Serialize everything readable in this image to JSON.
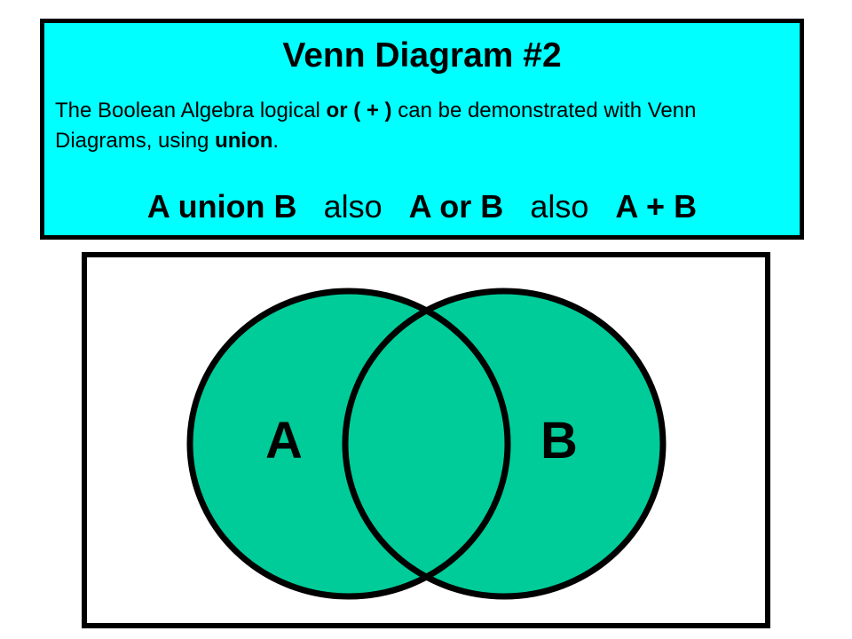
{
  "header": {
    "title": "Venn Diagram #2",
    "description": {
      "part1": "The Boolean Algebra logical ",
      "bold1": "or ( + )",
      "part2": " can be demonstrated with Venn Diagrams, using ",
      "bold2": "union",
      "part3": "."
    },
    "equivalence": {
      "term1": "A union B",
      "sep1": "also",
      "term2": "A or B",
      "sep2": "also",
      "term3": "A + B"
    }
  },
  "venn": {
    "set_a_label": "A",
    "set_b_label": "B",
    "fill_color": "#00cc99",
    "outline_color": "#000000"
  },
  "colors": {
    "header_background": "#00ffff",
    "border": "#000000"
  }
}
